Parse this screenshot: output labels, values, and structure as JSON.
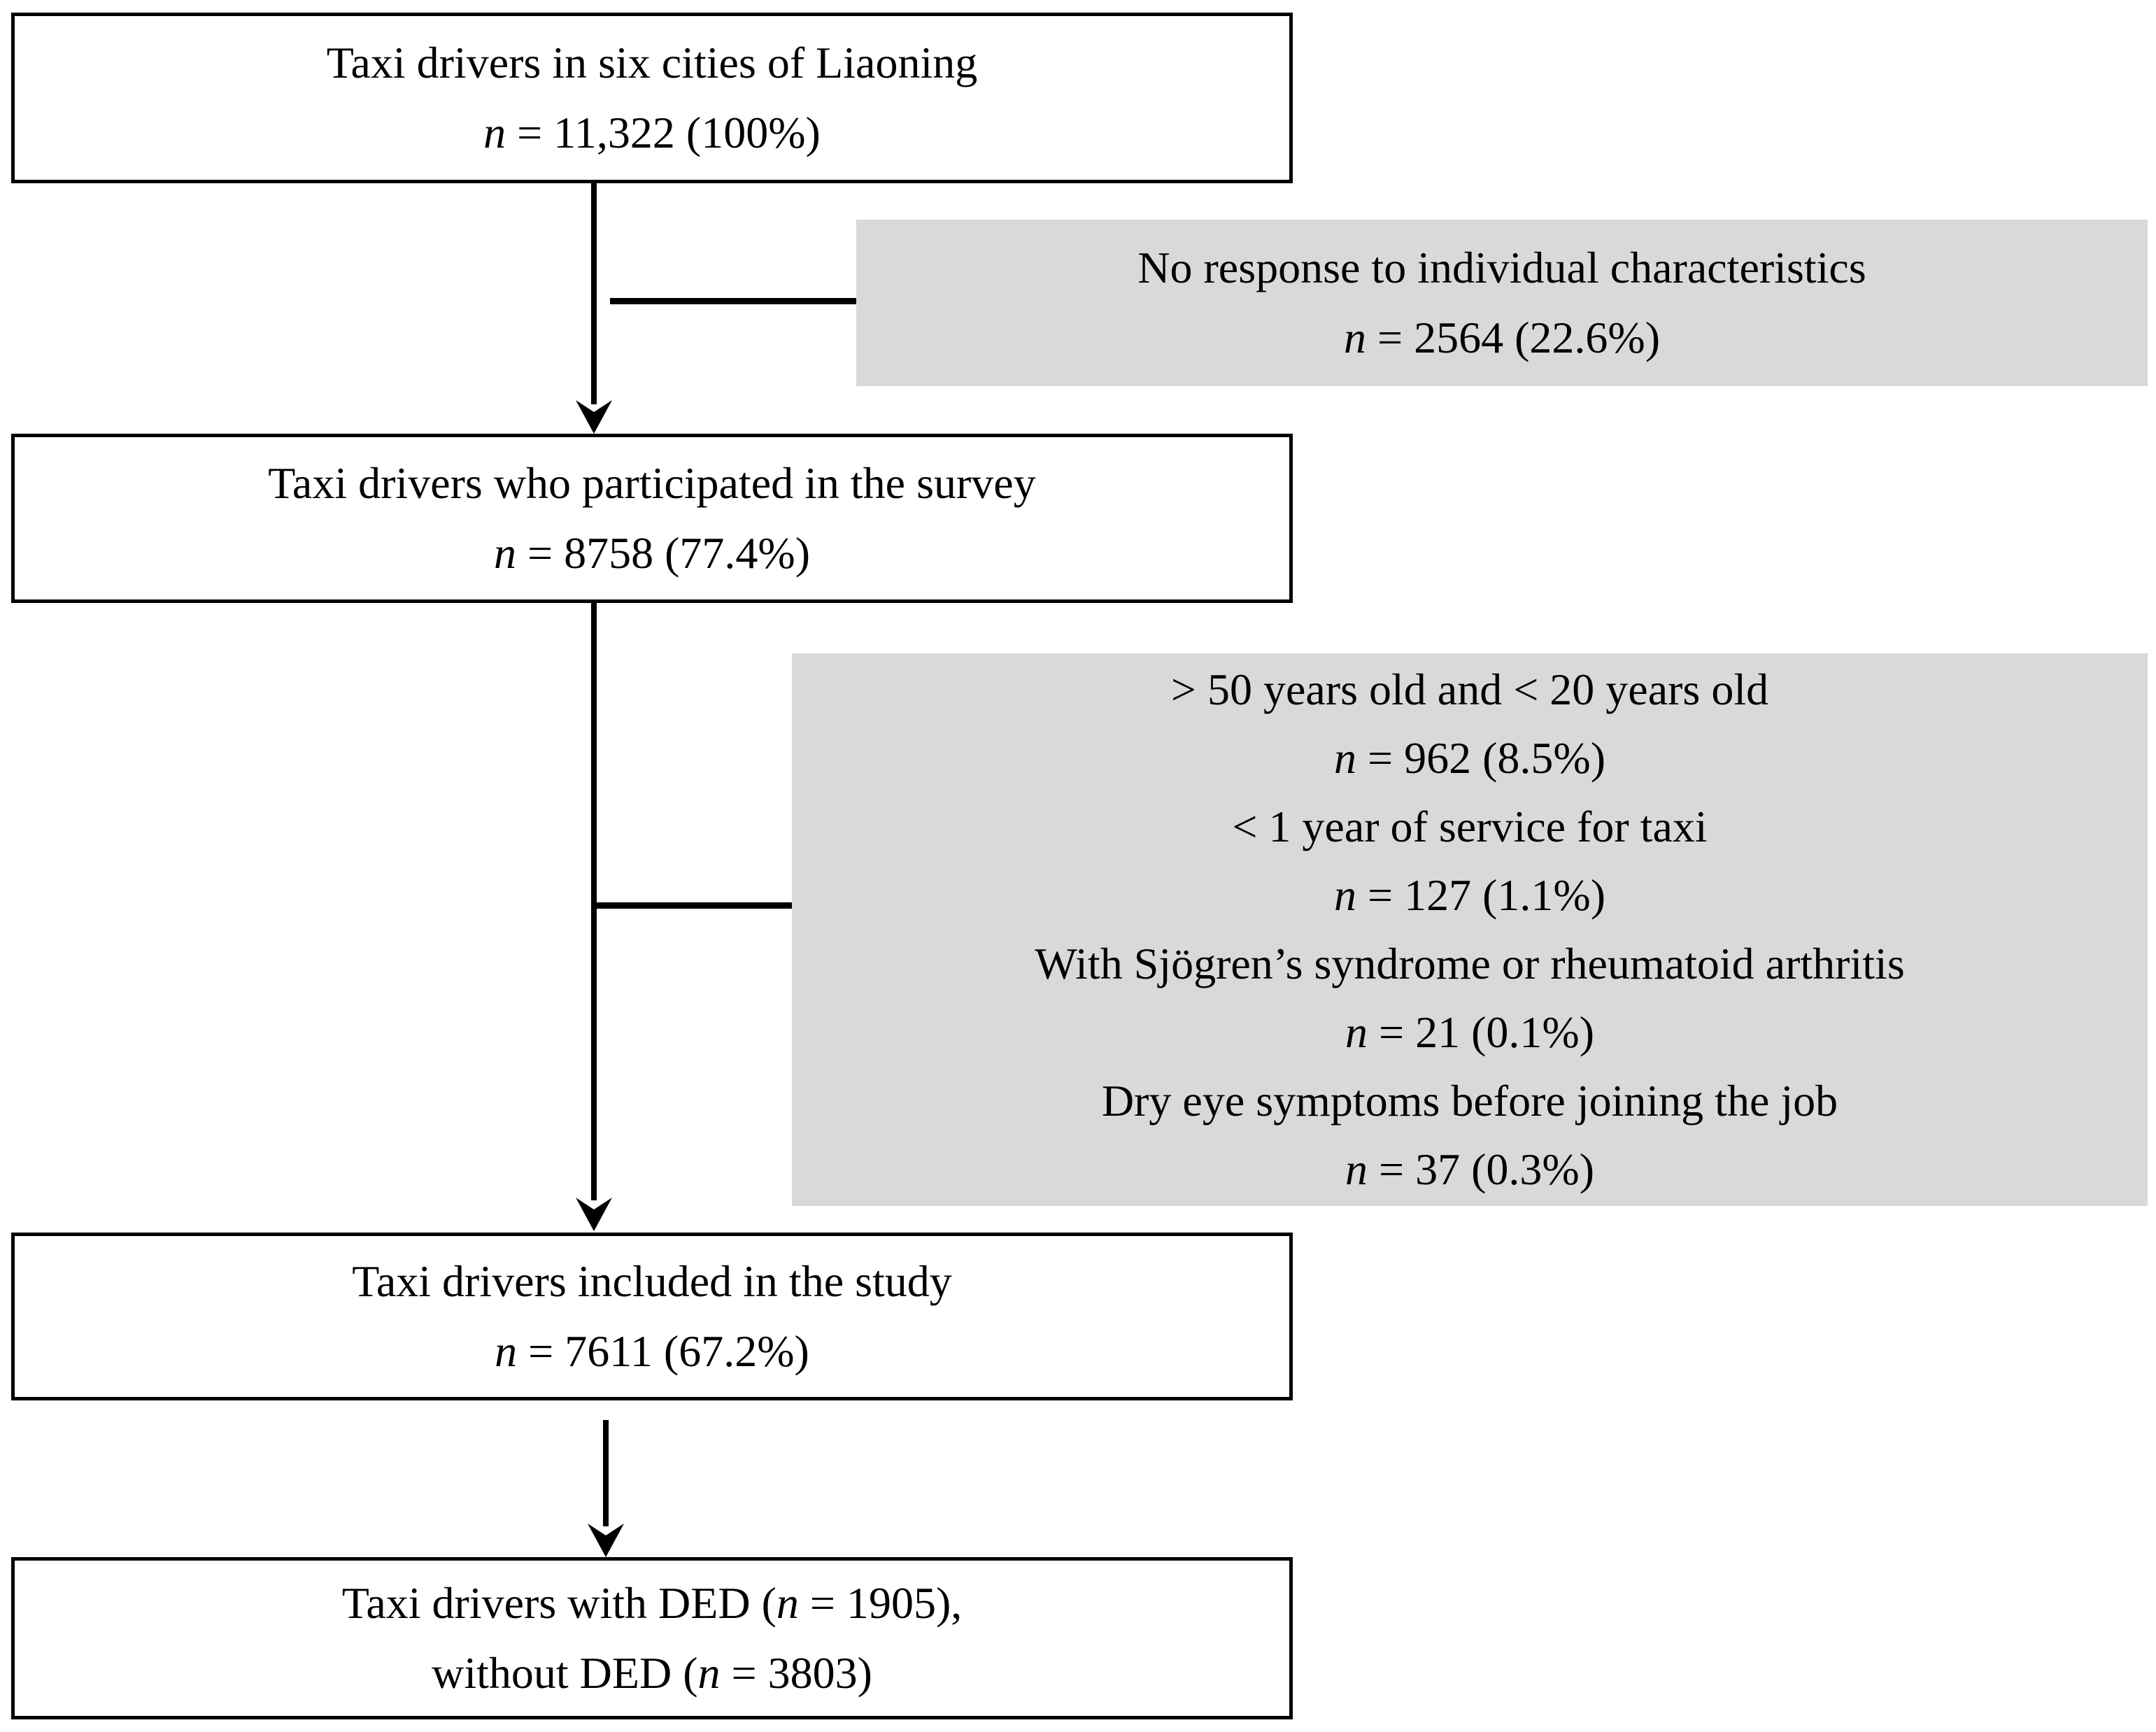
{
  "symbols": {
    "n": "n"
  },
  "colors": {
    "background": "#ffffff",
    "exclusion_box_fill": "#d9d9d9",
    "box_border": "#000000",
    "line": "#000000",
    "text": "#000000"
  },
  "flow": {
    "box_total": {
      "title": "Taxi drivers in six cities of Liaoning",
      "stat": " = 11,322 (100%)"
    },
    "exclusion_no_response": {
      "reason": "No response to individual characteristics",
      "stat": " = 2564 (22.6%)"
    },
    "box_survey": {
      "title": "Taxi drivers who participated in the survey",
      "stat": " = 8758 (77.4%)"
    },
    "exclusion_criteria": {
      "items": [
        {
          "reason": "> 50 years old and < 20 years old",
          "stat": " = 962 (8.5%)"
        },
        {
          "reason": "< 1 year of service for taxi",
          "stat": " = 127 (1.1%)"
        },
        {
          "reason": "With Sjögren’s syndrome or rheumatoid arthritis",
          "stat": " = 21 (0.1%)"
        },
        {
          "reason": "Dry eye symptoms before joining the job",
          "stat": " = 37 (0.3%)"
        }
      ]
    },
    "box_included": {
      "title": "Taxi drivers included in the study",
      "stat": " = 7611 (67.2%)"
    },
    "box_outcome": {
      "line1_pre": "Taxi drivers with DED (",
      "line1_post": " = 1905),",
      "line2_pre": "without DED (",
      "line2_post": " = 3803)"
    }
  }
}
